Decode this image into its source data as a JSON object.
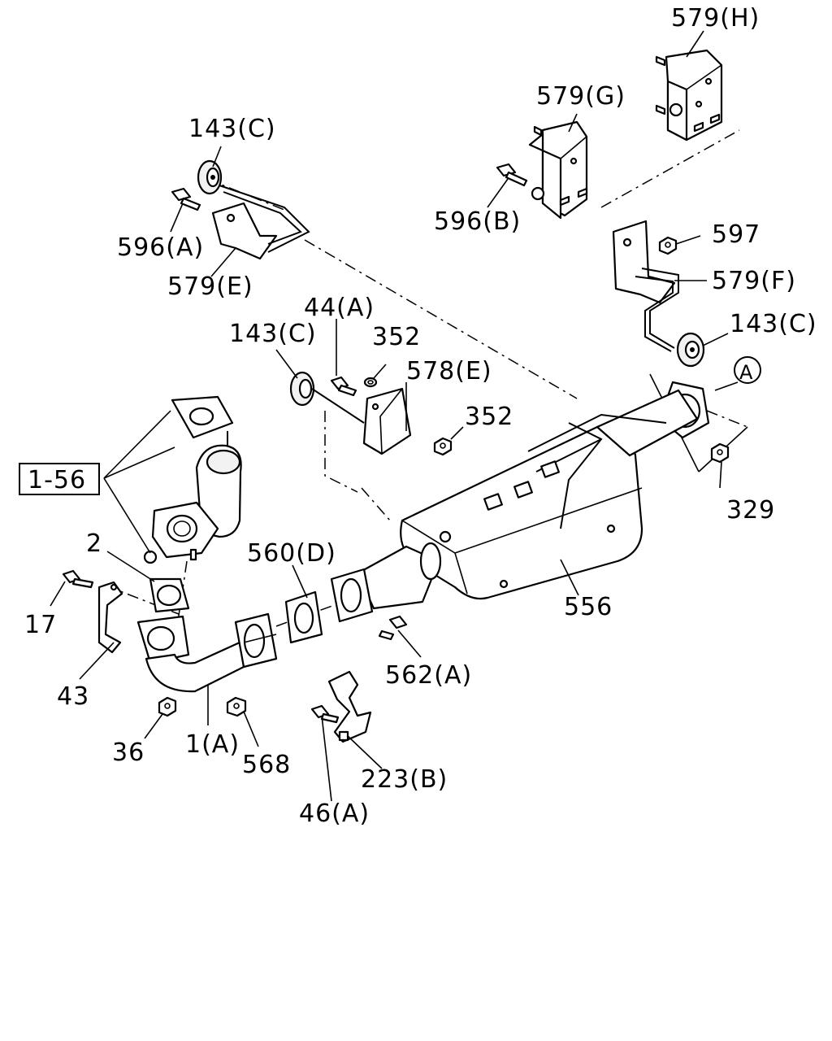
{
  "labels": {
    "l_579H": "579(H)",
    "l_579G": "579(G)",
    "l_143C_a": "143(C)",
    "l_596B": "596(B)",
    "l_596A": "596(A)",
    "l_597": "597",
    "l_579E": "579(E)",
    "l_579F": "579(F)",
    "l_44A": "44(A)",
    "l_143C_b": "143(C)",
    "l_352_a": "352",
    "l_143C_c": "143(C)",
    "l_578E": "578(E)",
    "l_ref_A": "A",
    "l_352_b": "352",
    "l_1_56": "1-56",
    "l_329": "329",
    "l_2": "2",
    "l_560D": "560(D)",
    "l_17": "17",
    "l_556": "556",
    "l_562A": "562(A)",
    "l_43": "43",
    "l_36": "36",
    "l_1A": "1(A)",
    "l_568": "568",
    "l_223B": "223(B)",
    "l_46A": "46(A)"
  }
}
